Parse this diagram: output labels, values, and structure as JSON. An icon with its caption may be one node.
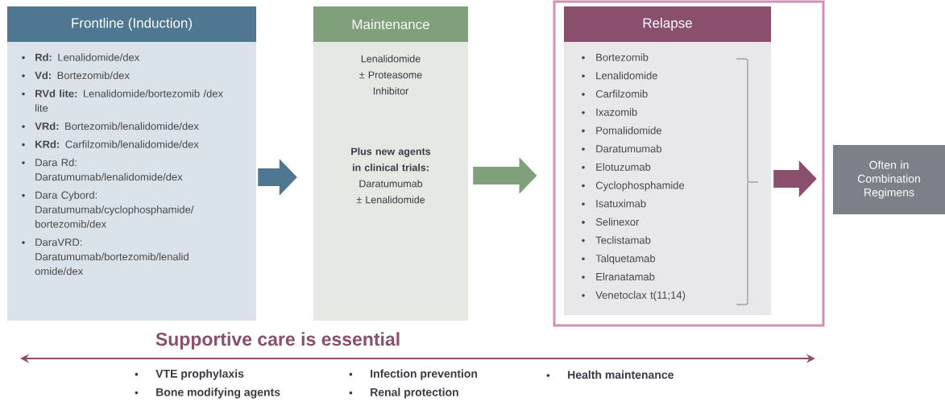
{
  "diagram": {
    "nodes": [
      {
        "text": [
          "Frontline (Induction)",
          "**Rd:** Lenalidomide/dex",
          "**Vd:** Bortezomib/dex",
          "**RVd lite:** Lenalidomide/bortezomib /dex lite",
          "**VRd:** Bortezomib/lenalidomide/dex",
          "**KRd:** Carfilzomib/lenalidomide/dex",
          "Dara Rd: Daratumumab/lenalidomide/dex",
          "Dara Cybord: Daratumumab/cyclophosphamide/ bortezomib/dex",
          "DaraVRD: Daratumumab/bortezomib/lenalid omide/dex"
        ]
      },
      {
        "text": [
          "Maintenance",
          "Lenalidomide ± Proteasome Inhibitor",
          "**Plus new agents in clinical trials:** Daratumumab ± Lenalidomide"
        ]
      },
      {
        "text": [],
        "shape": "box"
      },
      {
        "text": [
          "Relapse",
          "Bortezomib",
          "Lenalidomide",
          "Carfilzomib",
          "Ixazomib",
          "Pomalidomide",
          "Daratumumab",
          "Elotuzumab",
          "Cyclophosphamide",
          "Isatuximab",
          "Selinexor",
          "Teclistamab",
          "Talquetamab",
          "Elranatamab",
          "Venetoclax  t(11;14)"
        ],
        "in": 2
      },
      {
        "text": [
          "Often in Combination Regimens"
        ]
      }
    ],
    "edges": [
      {
        "from": 0,
        "to": 1,
        "arrow": "to",
        "color": "#4f7792"
      },
      {
        "from": 1,
        "to": 2,
        "arrow": "to",
        "color": "#7fa07a"
      },
      {
        "from": 3,
        "to": 4,
        "arrow": "to",
        "color": "#8b4f6e"
      }
    ],
    "labels": [
      "Supportive care is essential",
      "VTE prophylaxis",
      "Infection prevention",
      "Health maintenance",
      "Bone modifying agents",
      "Renal protection"
    ]
  }
}
